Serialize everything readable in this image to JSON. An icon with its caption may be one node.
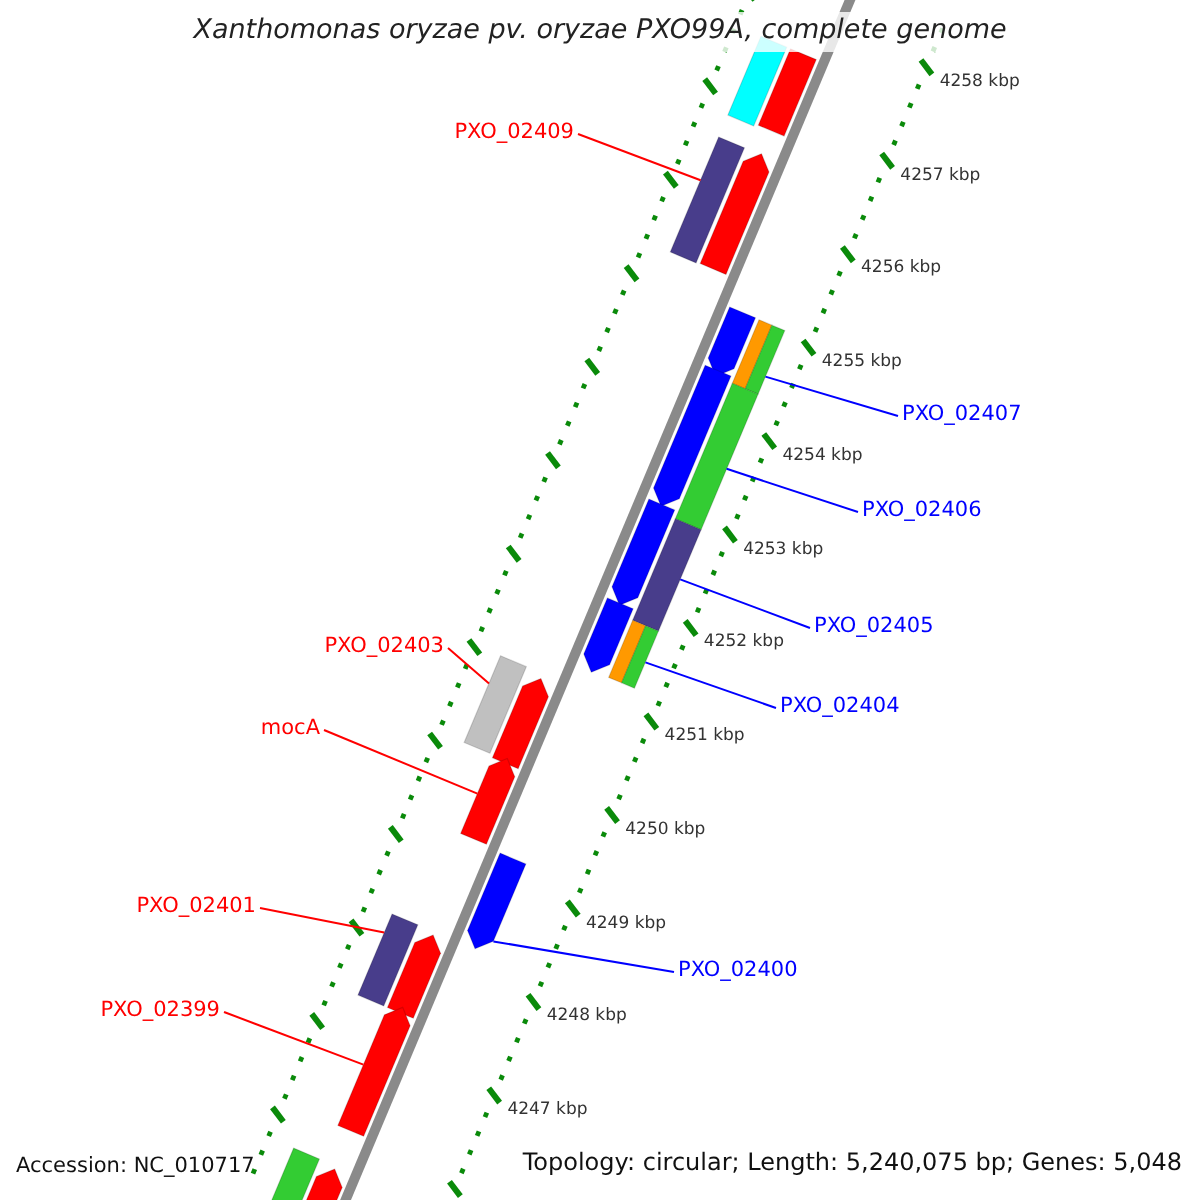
{
  "diagram": {
    "title": "Xanthomonas oryzae pv. oryzae PXO99A, complete genome",
    "nodes": [
      {
        "text": [
          "PXO_02409"
        ]
      },
      {
        "text": [
          "PXO_02407"
        ]
      },
      {
        "text": [
          "PXO_02406"
        ]
      },
      {
        "text": [
          "PXO_02405"
        ]
      },
      {
        "text": [
          "PXO_02404"
        ]
      },
      {
        "text": [
          "PXO_02403"
        ]
      },
      {
        "text": [
          "mocA"
        ]
      },
      {
        "text": [
          "PXO_02400"
        ]
      },
      {
        "text": [
          "PXO_02401"
        ]
      },
      {
        "text": [
          "PXO_02399"
        ]
      },
      {
        "text": [],
        "shape": "bar"
      },
      {
        "text": [],
        "shape": "bar"
      },
      {
        "text": [],
        "shape": "pentagon"
      },
      {
        "text": [],
        "shape": "bar"
      },
      {
        "text": [],
        "shape": "pentagon"
      },
      {
        "text": [],
        "shape": "bar"
      },
      {
        "text": [],
        "shape": "bar"
      },
      {
        "text": [],
        "shape": "pentagon"
      },
      {
        "text": [],
        "shape": "bar"
      },
      {
        "text": [],
        "shape": "pentagon"
      },
      {
        "text": [],
        "shape": "bar"
      },
      {
        "text": [],
        "shape": "pentagon"
      },
      {
        "text": [],
        "shape": "bar"
      },
      {
        "text": [],
        "shape": "bar"
      },
      {
        "text": [],
        "shape": "bar"
      },
      {
        "text": [],
        "shape": "pentagon"
      },
      {
        "text": [],
        "shape": "pentagon"
      },
      {
        "text": [],
        "shape": "pentagon"
      },
      {
        "text": [],
        "shape": "bar"
      },
      {
        "text": [],
        "shape": "pentagon"
      },
      {
        "text": [],
        "shape": "pentagon"
      },
      {
        "text": [],
        "shape": "bar"
      },
      {
        "text": [],
        "shape": "pentagon"
      }
    ],
    "edges": [
      {
        "from": 0,
        "to": 13,
        "arrow": "none",
        "color": "#ff0000"
      },
      {
        "from": 1,
        "to": 16,
        "arrow": "none",
        "color": "#0000ff"
      },
      {
        "from": 2,
        "to": 18,
        "arrow": "none",
        "color": "#0000ff"
      },
      {
        "from": 3,
        "to": 20,
        "arrow": "none",
        "color": "#0000ff"
      },
      {
        "from": 4,
        "to": 23,
        "arrow": "none",
        "color": "#0000ff"
      },
      {
        "from": 5,
        "to": 24,
        "arrow": "none",
        "color": "#ff0000"
      },
      {
        "from": 6,
        "to": 26,
        "arrow": "none",
        "color": "#ff0000"
      },
      {
        "from": 7,
        "to": 27,
        "arrow": "none",
        "color": "#0000ff"
      },
      {
        "from": 8,
        "to": 28,
        "arrow": "none",
        "color": "#ff0000"
      },
      {
        "from": 9,
        "to": 30,
        "arrow": "none",
        "color": "#ff0000"
      }
    ],
    "labels": [
      "4258 kbp",
      "4257 kbp",
      "4256 kbp",
      "4255 kbp",
      "4254 kbp",
      "4253 kbp",
      "4252 kbp",
      "4251 kbp",
      "4250 kbp",
      "4249 kbp",
      "4248 kbp",
      "4247 kbp",
      "Accession: NC_010717",
      "Topology: circular; Length: 5,240,075 bp; Genes: 5,048"
    ]
  }
}
